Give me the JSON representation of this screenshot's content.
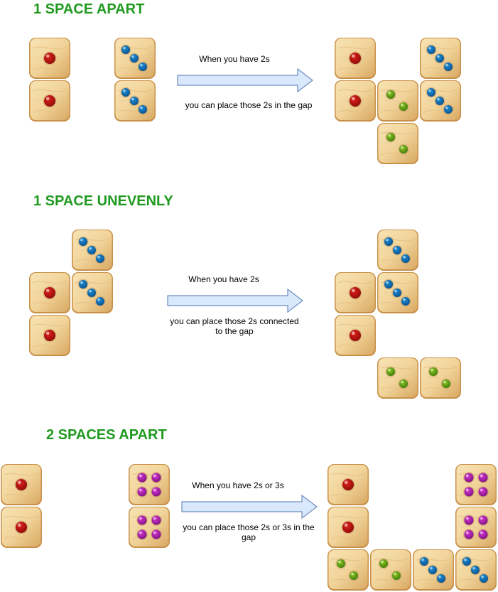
{
  "sections": [
    {
      "heading": "1 SPACE APART",
      "label_top": "When you have 2s",
      "label_bottom": "you can place those 2s in the gap"
    },
    {
      "heading": "1 SPACE UNEVENLY",
      "label_top": "When you have 2s",
      "label_bottom": "you can place those 2s connected\nto the gap"
    },
    {
      "heading": "2 SPACES APART",
      "label_top": "When you have 2s or 3s",
      "label_bottom": "you can place those 2s or 3s in the\ngap"
    }
  ],
  "dice": {
    "one": {
      "face": 1,
      "pip_color": "red"
    },
    "two": {
      "face": 2,
      "pip_color": "green"
    },
    "three": {
      "face": 3,
      "pip_color": "blue"
    },
    "four": {
      "face": 4,
      "pip_color": "magenta"
    }
  },
  "colors": {
    "heading": "#1f9a1f",
    "arrow_fill": "#dae8fc",
    "arrow_stroke": "#6c8ebf",
    "wood": "#f1d49a",
    "red": "#e0201a",
    "green": "#8cc81e",
    "blue": "#1a8fd8",
    "magenta": "#d636d6"
  }
}
